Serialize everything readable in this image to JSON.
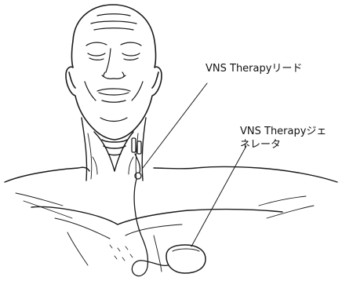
{
  "labels": {
    "lead": "VNS Therapyリード",
    "generator_line1": "VNS Therapyジェ",
    "generator_line2": "ネレータ"
  }
}
